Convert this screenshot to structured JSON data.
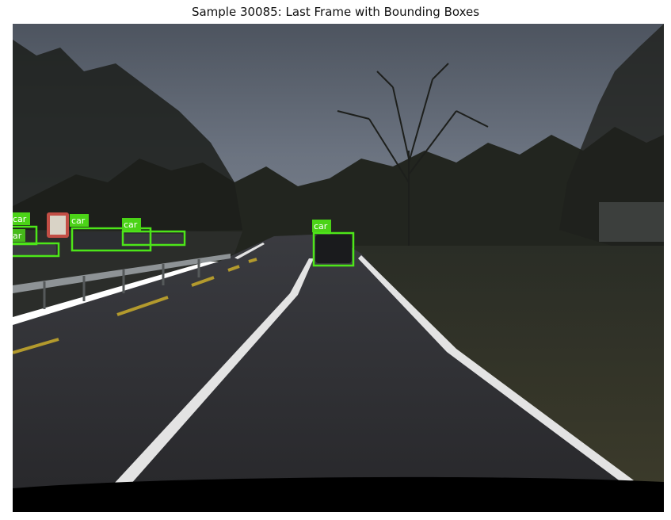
{
  "figure": {
    "title": "Sample 30085: Last Frame with Bounding Boxes"
  },
  "detections": [
    {
      "label": "car"
    },
    {
      "label": "car"
    },
    {
      "label": "car"
    },
    {
      "label": "car"
    },
    {
      "label": "car"
    }
  ],
  "colors": {
    "box_stroke": "#4de619",
    "label_bg": "#4bd317",
    "label_text": "#ffffff",
    "sky": "#5b6470",
    "road": "#2e2e32",
    "lane_white": "#e9e9e9",
    "lane_yellow": "#b39a2d",
    "vegetation": "#262a24",
    "hood": "#000000"
  },
  "icons": [
    "tree-silhouette",
    "car-silhouette",
    "guardrail",
    "road-sign"
  ]
}
